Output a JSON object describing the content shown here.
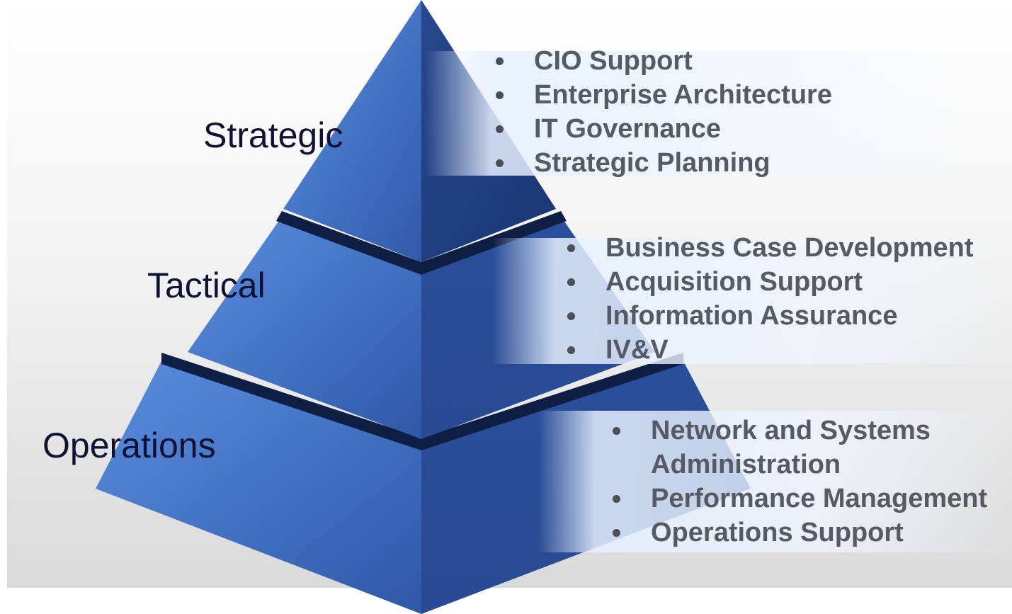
{
  "tiers": [
    {
      "label": "Strategic",
      "items": [
        "CIO Support",
        "Enterprise Architecture",
        "IT Governance",
        "Strategic Planning"
      ]
    },
    {
      "label": "Tactical",
      "items": [
        "Business Case Development",
        "Acquisition Support",
        "Information Assurance",
        "IV&V"
      ]
    },
    {
      "label": "Operations",
      "items": [
        "Network and Systems",
        "Administration",
        "Performance Management",
        "Operations Support"
      ]
    }
  ],
  "colors": {
    "pyramid_light": "#4b7fd4",
    "pyramid_mid": "#3361b0",
    "pyramid_dark": "#1e3f80",
    "pyramid_shadow": "#0f1f44",
    "label_text": "#111133",
    "bullet_text": "#555a63"
  }
}
